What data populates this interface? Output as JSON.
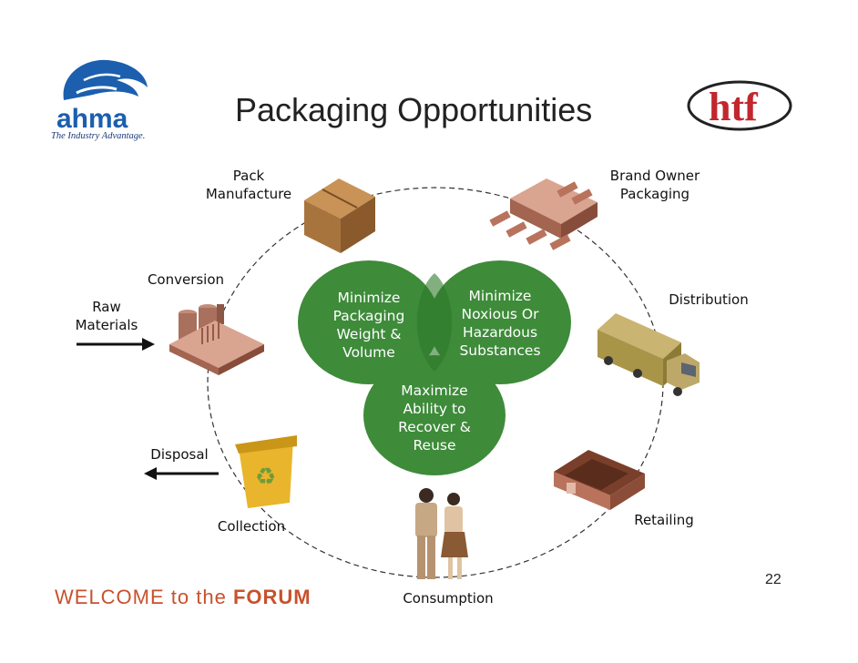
{
  "slide": {
    "title": "Packaging Opportunities",
    "page_number": "22",
    "footer": {
      "prefix": "WELCOME to the ",
      "emphasis": "FORUM"
    }
  },
  "logos": {
    "left": {
      "wordmark": "ahma",
      "tagline": "The Industry Advantage.",
      "color": "#1b5fae"
    },
    "right": {
      "wordmark": "htf",
      "color": "#c1272d"
    }
  },
  "cycle_nodes": [
    {
      "id": "pack-manufacture",
      "lines": [
        "Pack",
        "Manufacture"
      ],
      "icon": "cardboard-box-icon"
    },
    {
      "id": "brand-owner-packaging",
      "lines": [
        "Brand Owner",
        "Packaging"
      ],
      "icon": "factory-loading-dock-icon"
    },
    {
      "id": "distribution",
      "lines": [
        "Distribution"
      ],
      "icon": "delivery-truck-icon"
    },
    {
      "id": "retailing",
      "lines": [
        "Retailing"
      ],
      "icon": "store-building-icon"
    },
    {
      "id": "consumption",
      "lines": [
        "Consumption"
      ],
      "icon": "consumers-couple-icon"
    },
    {
      "id": "collection",
      "lines": [
        "Collection"
      ],
      "icon": "recycling-bin-icon"
    },
    {
      "id": "disposal",
      "lines": [
        "Disposal"
      ],
      "icon": "arrow-left-icon"
    },
    {
      "id": "conversion",
      "lines": [
        "Conversion"
      ],
      "icon": "processing-plant-icon"
    },
    {
      "id": "raw-materials",
      "lines": [
        "Raw",
        "Materials"
      ],
      "icon": "arrow-right-icon"
    }
  ],
  "center_circles": [
    {
      "id": "minimize-weight",
      "lines": [
        "Minimize",
        "Packaging",
        "Weight &",
        "Volume"
      ]
    },
    {
      "id": "minimize-noxious",
      "lines": [
        "Minimize",
        "Noxious Or",
        "Hazardous",
        "Substances"
      ]
    },
    {
      "id": "maximize-recovery",
      "lines": [
        "Maximize",
        "Ability to",
        "Recover &",
        "Reuse"
      ]
    }
  ],
  "colors": {
    "circle_green": "#3e8b3a",
    "dashed_ring": "#333333",
    "footer": "#c8512c",
    "box_brown": "#a8743e"
  }
}
